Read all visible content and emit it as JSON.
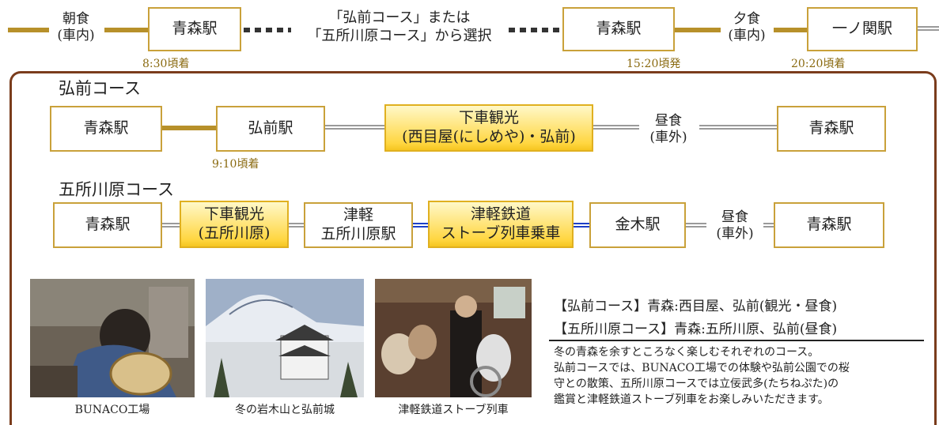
{
  "top_row": {
    "breakfast": {
      "line1": "朝食",
      "line2": "(車内)"
    },
    "aomori_arrive": "青森駅",
    "arrive_time": "8:30頃着",
    "choice": {
      "line1": "「弘前コース」または",
      "line2": "「五所川原コース」から選択"
    },
    "aomori_depart": "青森駅",
    "depart_time": "15:20頃発",
    "dinner": {
      "line1": "夕食",
      "line2": "(車内)"
    },
    "ichinoseki": "一ノ関駅",
    "ichinoseki_time": "20:20頃着"
  },
  "hirosaki_course": {
    "title": "弘前コース",
    "aomori": "青森駅",
    "hirosaki": "弘前駅",
    "hirosaki_time": "9:10頃着",
    "sightseeing": {
      "line1": "下車観光",
      "line2": "(西目屋(にしめや)・弘前)"
    },
    "lunch": {
      "line1": "昼食",
      "line2": "(車外)"
    },
    "aomori_end": "青森駅"
  },
  "goshogawara_course": {
    "title": "五所川原コース",
    "aomori": "青森駅",
    "sightseeing": {
      "line1": "下車観光",
      "line2": "(五所川原)"
    },
    "tsugaru": {
      "line1": "津軽",
      "line2": "五所川原駅"
    },
    "stove_train": {
      "line1": "津軽鉄道",
      "line2": "ストーブ列車乗車"
    },
    "kanagi": "金木駅",
    "lunch": {
      "line1": "昼食",
      "line2": "(車外)"
    },
    "aomori_end": "青森駅"
  },
  "photos": [
    {
      "caption": "BUNACO工場"
    },
    {
      "caption": "冬の岩木山と弘前城"
    },
    {
      "caption": "津軽鉄道ストーブ列車"
    }
  ],
  "info": {
    "line1": "【弘前コース】青森:西目屋、弘前(観光・昼食)",
    "line2": "【五所川原コース】青森:五所川原、弘前(昼食)",
    "desc1": "冬の青森を余すところなく楽しむそれぞれのコース。",
    "desc2": "弘前コースでは、BUNACO工場での体験や弘前公園での桜",
    "desc3": "守との散策、五所川原コースでは立佞武多(たちねぷた)の",
    "desc4": "鑑賞と津軽鉄道ストーブ列車をお楽しみいただきます。"
  },
  "colors": {
    "gold": "#b7902a",
    "highlight": "#ffd640",
    "bracket": "#7a3c1c",
    "blue_line": "#1c3fc8"
  }
}
